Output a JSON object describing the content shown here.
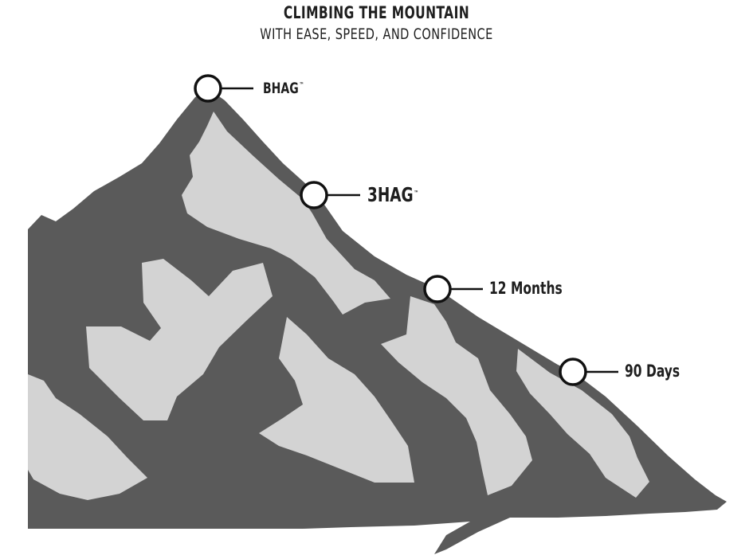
{
  "header": {
    "title": "CLIMBING THE MOUNTAIN",
    "subtitle": "WITH EASE, SPEED, AND CONFIDENCE"
  },
  "milestones": [
    {
      "label": "BHAG",
      "mark": "™"
    },
    {
      "label": "3HAG",
      "mark": "™"
    },
    {
      "label": "12 Months",
      "mark": ""
    },
    {
      "label": "90 Days",
      "mark": ""
    }
  ],
  "colors": {
    "rock": "#5a5a5a",
    "snow": "#d3d3d3",
    "marker_fill": "#ffffff",
    "marker_stroke": "#111111",
    "text": "#1e1e1e"
  }
}
